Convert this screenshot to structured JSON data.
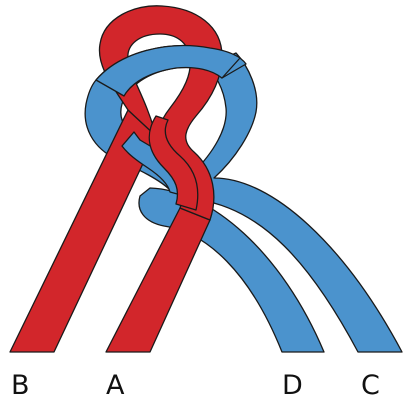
{
  "diagram": {
    "colors": {
      "red_strand": "#d2262b",
      "blue_strand": "#4b93cd",
      "outline": "#1a1a1a",
      "background": "#ffffff"
    },
    "end_labels": [
      "B",
      "A",
      "D",
      "C"
    ]
  }
}
